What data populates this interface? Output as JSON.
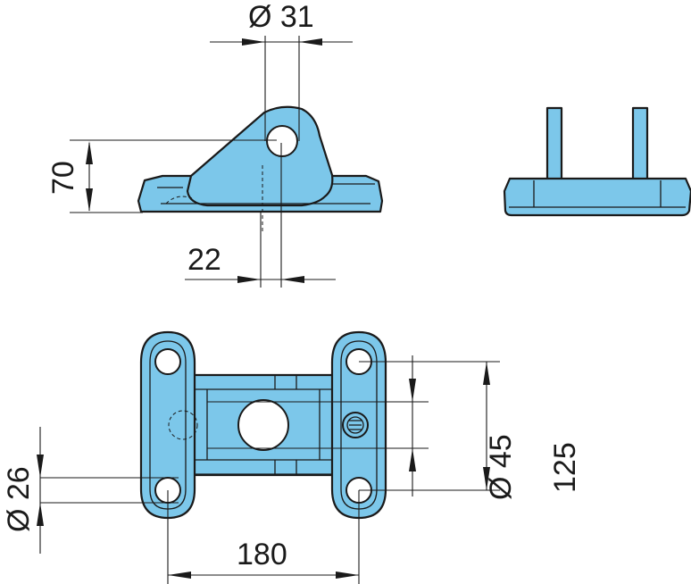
{
  "dimensions": {
    "pin_diameter": "Ø 31",
    "height": "70",
    "offset": "22",
    "slot_spacing": "Ø 45",
    "overall_length": "125",
    "mount_hole_diameter": "Ø 26",
    "hole_spacing": "180"
  },
  "colors": {
    "part_fill": "#7cc7ea",
    "outline": "#1a1a1a"
  }
}
